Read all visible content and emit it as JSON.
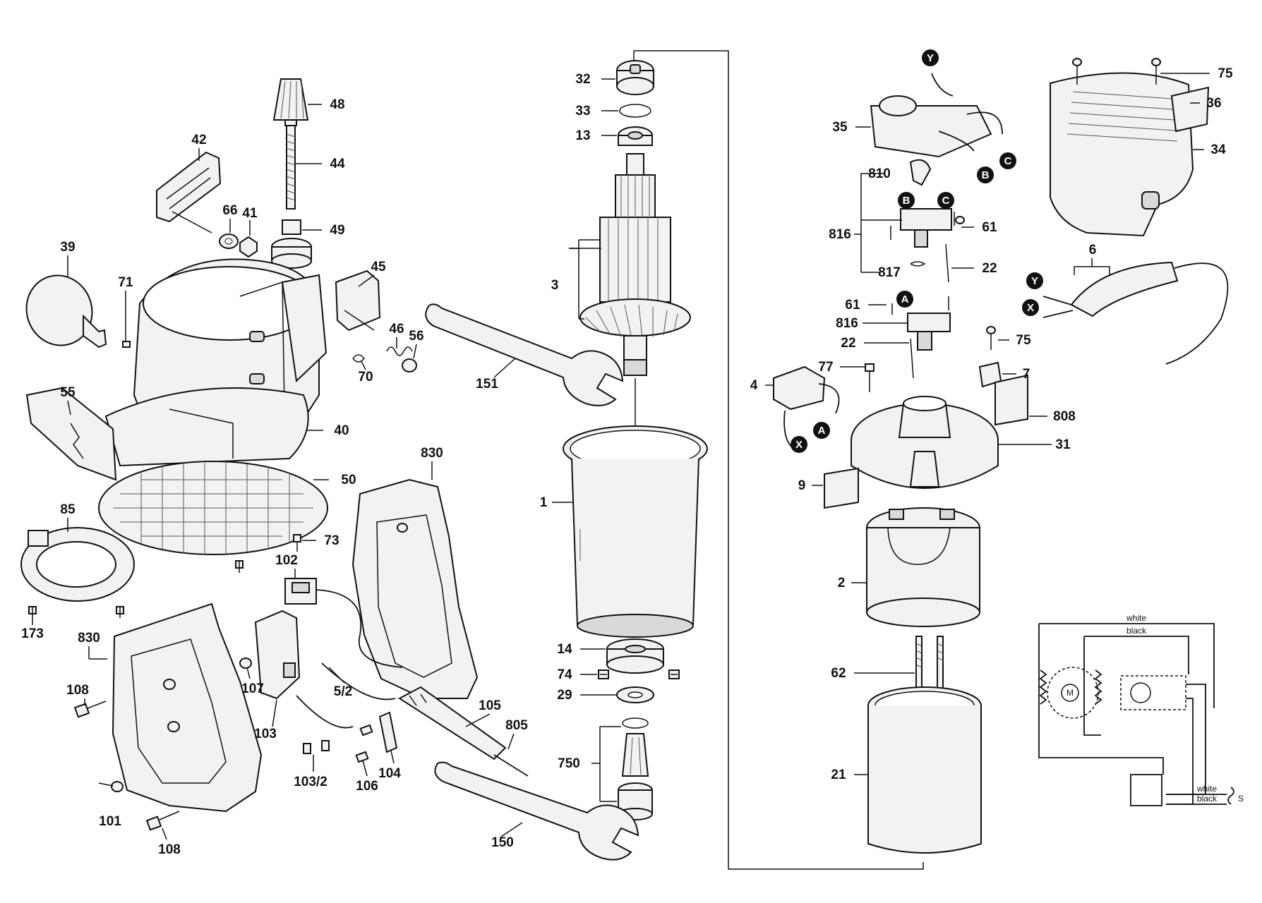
{
  "part_labels": {
    "p32": "32",
    "p33": "33",
    "p13": "13",
    "p3": "3",
    "p151": "151",
    "p1": "1",
    "p14": "14",
    "p74": "74",
    "p29": "29",
    "p750": "750",
    "p150": "150",
    "p48": "48",
    "p44": "44",
    "p49": "49",
    "p42": "42",
    "p66": "66",
    "p41": "41",
    "p39": "39",
    "p71": "71",
    "p45": "45",
    "p46": "46",
    "p56": "56",
    "p70": "70",
    "p55": "55",
    "p40": "40",
    "p50": "50",
    "p85": "85",
    "p73": "73",
    "p173": "173",
    "p830a": "830",
    "p830b": "830",
    "p108a": "108",
    "p108b": "108",
    "p101": "101",
    "p102": "102",
    "p107": "107",
    "p103": "103",
    "p5_2": "5/2",
    "p103_2": "103/2",
    "p106": "106",
    "p104": "104",
    "p105": "105",
    "p805": "805",
    "p75a": "75",
    "p36": "36",
    "p34": "34",
    "p35": "35",
    "p810": "810",
    "p816a": "816",
    "p61a": "61",
    "p817": "817",
    "p22a": "22",
    "p6": "6",
    "p61b": "61",
    "p816b": "816",
    "p75b": "75",
    "p22b": "22",
    "p77": "77",
    "p7": "7",
    "p4": "4",
    "p808": "808",
    "p31": "31",
    "p9": "9",
    "p2": "2",
    "p62": "62",
    "p21": "21"
  },
  "connector_marks": {
    "y1": "Y",
    "b1": "B",
    "c1": "C",
    "b2": "B",
    "c2": "C",
    "a1": "A",
    "a2": "A",
    "x1": "X",
    "y2": "Y",
    "x2": "X"
  },
  "wiring": {
    "white_top": "white",
    "black_top": "black",
    "white_bottom": "white",
    "black_bottom": "black",
    "motor": "M",
    "plug": "S"
  },
  "colors": {
    "ink": "#111111",
    "paper": "#ffffff",
    "part_fill": "#f2f2f2"
  }
}
